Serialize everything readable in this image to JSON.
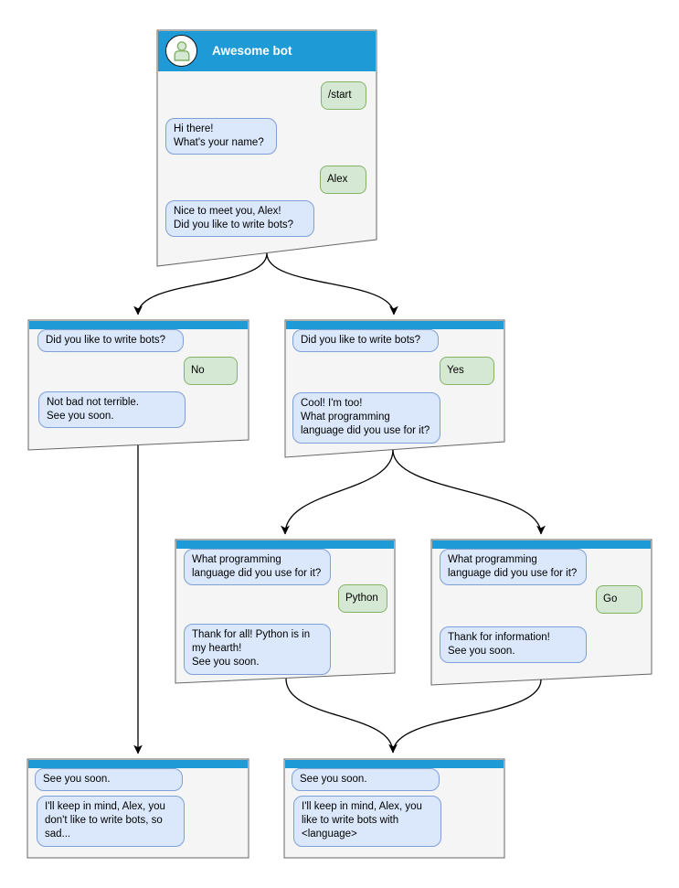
{
  "colors": {
    "header_blue": "#1E9BD7",
    "window_fill": "#F5F5F5",
    "window_border": "#666666",
    "bot_bubble_fill": "#DBE8FB",
    "bot_bubble_border": "#7E9FD8",
    "user_bubble_fill": "#D5E8D4",
    "user_bubble_border": "#82B366",
    "arrow_color": "#000000"
  },
  "windows": [
    {
      "id": "root",
      "title": "Awesome bot",
      "avatar_icon": "person-icon",
      "messages": [
        {
          "sender": "user",
          "text": "/start"
        },
        {
          "sender": "bot",
          "text": "Hi there!\nWhat's your name?"
        },
        {
          "sender": "user",
          "text": "Alex"
        },
        {
          "sender": "bot",
          "text": "Nice to meet you, Alex!\nDid you like to write bots?"
        }
      ]
    },
    {
      "id": "branch-no",
      "messages": [
        {
          "sender": "bot",
          "text": "Did you like to write bots?"
        },
        {
          "sender": "user",
          "text": "No"
        },
        {
          "sender": "bot",
          "text": "Not bad not terrible.\nSee you soon."
        }
      ]
    },
    {
      "id": "branch-yes",
      "messages": [
        {
          "sender": "bot",
          "text": "Did you like to write bots?"
        },
        {
          "sender": "user",
          "text": "Yes"
        },
        {
          "sender": "bot",
          "text": "Cool! I'm too!\nWhat programming\nlanguage did you use for it?"
        }
      ]
    },
    {
      "id": "branch-python",
      "messages": [
        {
          "sender": "bot",
          "text": "What programming\nlanguage did you use for it?"
        },
        {
          "sender": "user",
          "text": "Python"
        },
        {
          "sender": "bot",
          "text": "Thank for all! Python is in\nmy hearth!\nSee you soon."
        }
      ]
    },
    {
      "id": "branch-go",
      "messages": [
        {
          "sender": "bot",
          "text": "What programming\nlanguage did you use for it?"
        },
        {
          "sender": "user",
          "text": "Go"
        },
        {
          "sender": "bot",
          "text": "Thank for information!\nSee you soon."
        }
      ]
    },
    {
      "id": "end-no",
      "messages": [
        {
          "sender": "bot",
          "text": "See you soon."
        },
        {
          "sender": "bot",
          "text": "I'll keep in mind, Alex, you\ndon't like to write bots, so\nsad..."
        }
      ]
    },
    {
      "id": "end-yes",
      "messages": [
        {
          "sender": "bot",
          "text": "See you soon."
        },
        {
          "sender": "bot",
          "text": "I'll keep in mind, Alex, you\nlike to write bots with\n<language>"
        }
      ]
    }
  ],
  "edges": [
    {
      "from": "root",
      "to": "branch-no"
    },
    {
      "from": "root",
      "to": "branch-yes"
    },
    {
      "from": "branch-no",
      "to": "end-no"
    },
    {
      "from": "branch-yes",
      "to": "branch-python"
    },
    {
      "from": "branch-yes",
      "to": "branch-go"
    },
    {
      "from": "branch-python",
      "to": "end-yes"
    },
    {
      "from": "branch-go",
      "to": "end-yes"
    }
  ]
}
